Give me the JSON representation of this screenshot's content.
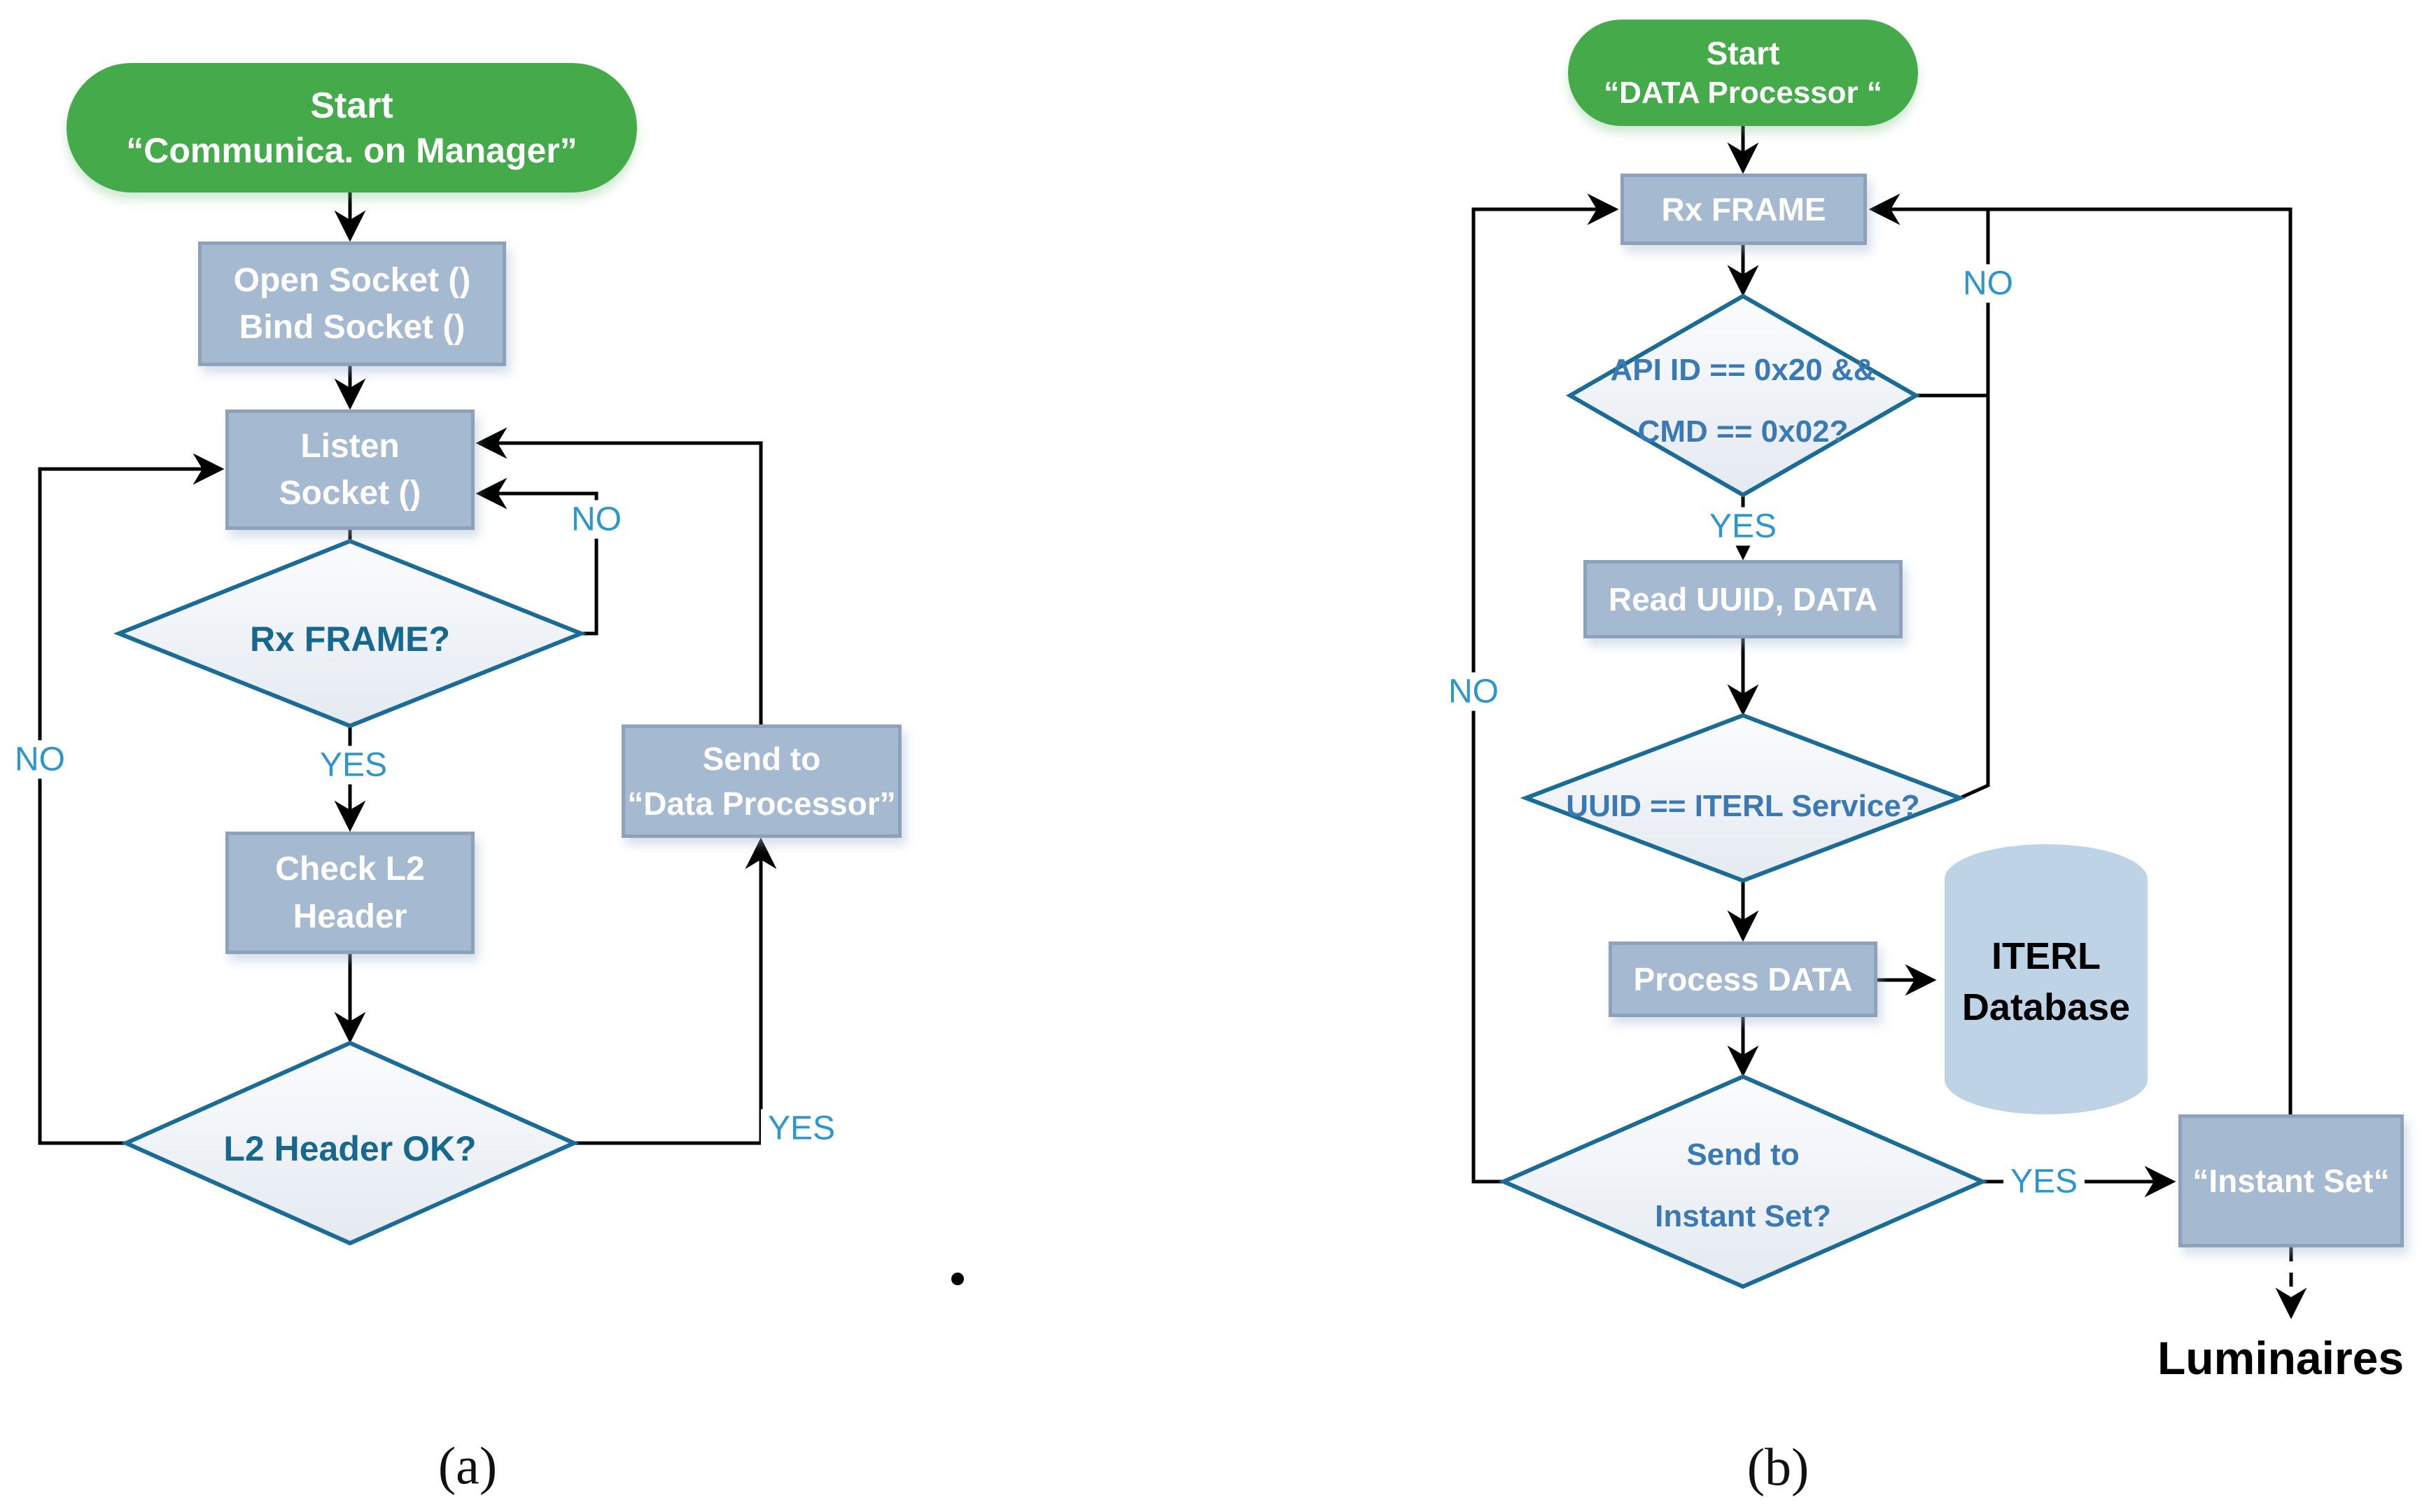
{
  "figure": {
    "caption_a": "(a)",
    "caption_b": "(b)",
    "stray_period": ""
  },
  "colors": {
    "start_fill": "#45AB4A",
    "box_fill": "#A5B9D0",
    "box_border": "#8DA2BA",
    "diamond_border": "#1A6B96",
    "diamond_text_a": "#16688F",
    "diamond_text_b": "#3A79B3",
    "edge_label_blue": "#2D96CA",
    "database_fill": "#BED3E5",
    "line_color": "#000000"
  },
  "flow_a": {
    "start_line1": "Start",
    "start_line2": "“Communica. on Manager”",
    "open_bind_line1": "Open Socket ()",
    "open_bind_line2": "Bind Socket ()",
    "listen_line1": "Listen",
    "listen_line2": "Socket ()",
    "rx_frame_q": "Rx FRAME?",
    "check_line1": "Check L2",
    "check_line2": "Header",
    "l2_ok_q": "L2 Header OK?",
    "send_line1": "Send to",
    "send_line2": "“Data Processor”",
    "label_no_rx": "NO",
    "label_yes_rx": "YES",
    "label_no_l2": "NO",
    "label_yes_l2": "YES"
  },
  "flow_b": {
    "start_line1": "Start",
    "start_line2": "“DATA Processor “",
    "rx_frame": "Rx FRAME",
    "api_q_line1": "API ID == 0x20  &&",
    "api_q_line2": "CMD == 0x02?",
    "read_uuid": "Read UUID, DATA",
    "uuid_q": "UUID == ITERL Service?",
    "process_data": "Process DATA",
    "db_line1": "ITERL",
    "db_line2": "Database",
    "send_q_line1": "Send to",
    "send_q_line2": "Instant Set?",
    "instant_set": "“Instant Set“",
    "luminaires": "Luminaires",
    "label_no_api": "NO",
    "label_yes_api": "YES",
    "label_no_send": "NO",
    "label_yes_send": "YES"
  }
}
